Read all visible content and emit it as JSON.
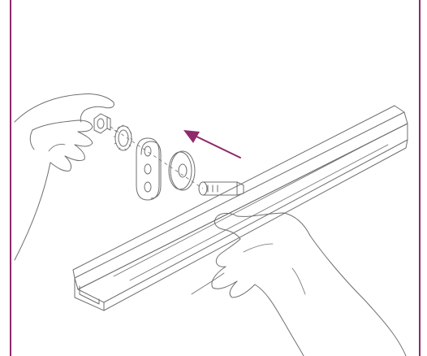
{
  "figure": {
    "type": "assembly-instruction-illustration",
    "step_description": "",
    "colors": {
      "frame_border": "#8e2a6b",
      "arrow": "#8e2a6b",
      "line_art": "#6f6f6f",
      "background": "#ffffff"
    },
    "icons": [
      "hex-nut",
      "lock-washer",
      "mounting-bracket",
      "flat-washer",
      "threaded-stud",
      "light-bar",
      "hand"
    ]
  }
}
